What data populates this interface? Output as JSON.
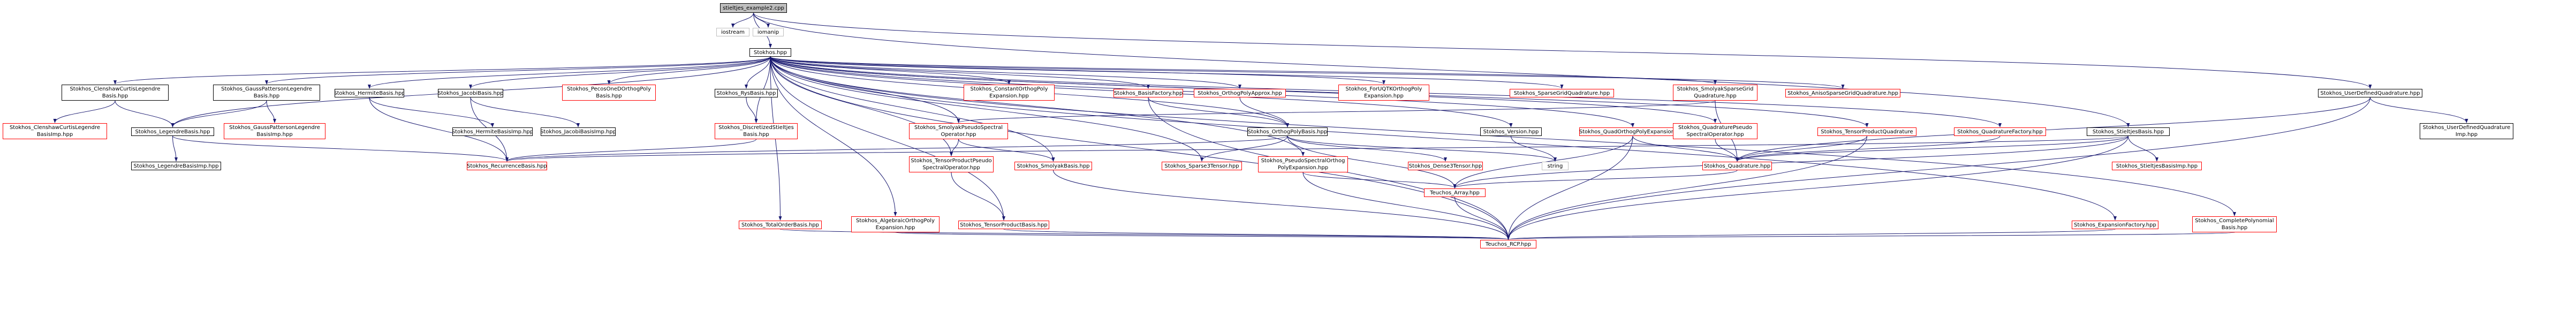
{
  "graph": {
    "style": {
      "root_fill": "#bfbfbf",
      "default_border": "#000000",
      "missing_border": "#bfbfbf",
      "undocumented_border": "#ff0000",
      "edge_color": "#191970"
    },
    "nodes": [
      {
        "id": "root",
        "label": "stieltjes_example2.cpp",
        "kind": "root"
      },
      {
        "id": "iostream",
        "label": "iostream",
        "kind": "missing"
      },
      {
        "id": "iomanip",
        "label": "iomanip",
        "kind": "missing"
      },
      {
        "id": "stokhos",
        "label": "Stokhos.hpp",
        "kind": "normal"
      },
      {
        "id": "clenshaw",
        "label": "Stokhos_ClenshawCurtisLegendre\nBasis.hpp",
        "kind": "normal"
      },
      {
        "id": "gausspatterson",
        "label": "Stokhos_GaussPattersonLegendre\nBasis.hpp",
        "kind": "normal"
      },
      {
        "id": "hermite",
        "label": "Stokhos_HermiteBasis.hpp",
        "kind": "normal"
      },
      {
        "id": "jacobi",
        "label": "Stokhos_JacobiBasis.hpp",
        "kind": "normal"
      },
      {
        "id": "piecewise",
        "label": "Stokhos_PecosOneDOrthogPoly\nBasis.hpp",
        "kind": "undocumented"
      },
      {
        "id": "rys",
        "label": "Stokhos_RysBasis.hpp",
        "kind": "normal"
      },
      {
        "id": "constant",
        "label": "Stokhos_ConstantOrthogPoly\nExpansion.hpp",
        "kind": "undocumented"
      },
      {
        "id": "basisfactory",
        "label": "Stokhos_BasisFactory.hpp",
        "kind": "undocumented"
      },
      {
        "id": "orthogapprox",
        "label": "Stokhos_OrthogPolyApprox.hpp",
        "kind": "undocumented"
      },
      {
        "id": "fortran",
        "label": "Stokhos_ForUQTKOrthogPoly\nExpansion.hpp",
        "kind": "undocumented"
      },
      {
        "id": "sparsegridquad",
        "label": "Stokhos_SparseGridQuadrature.hpp",
        "kind": "undocumented"
      },
      {
        "id": "smolyaksparsegrid",
        "label": "Stokhos_SmolyakSparseGrid\nQuadrature.hpp",
        "kind": "undocumented"
      },
      {
        "id": "anisosparse",
        "label": "Stokhos_AnisoSparseGridQuadrature.hpp",
        "kind": "undocumented"
      },
      {
        "id": "userdefquad",
        "label": "Stokhos_UserDefinedQuadrature.hpp",
        "kind": "normal"
      },
      {
        "id": "clenshawimp",
        "label": "Stokhos_ClenshawCurtisLegendre\nBasisImp.hpp",
        "kind": "undocumented"
      },
      {
        "id": "legendre",
        "label": "Stokhos_LegendreBasis.hpp",
        "kind": "normal"
      },
      {
        "id": "gausspattersonimp",
        "label": "Stokhos_GaussPattersonLegendre\nBasisImp.hpp",
        "kind": "undocumented"
      },
      {
        "id": "hermiteimp",
        "label": "Stokhos_HermiteBasisImp.hpp",
        "kind": "normal"
      },
      {
        "id": "jacobiimp",
        "label": "Stokhos_JacobiBasisImp.hpp",
        "kind": "normal"
      },
      {
        "id": "discretized",
        "label": "Stokhos_DiscretizedStieltjes\nBasis.hpp",
        "kind": "undocumented"
      },
      {
        "id": "smolyakpseudo",
        "label": "Stokhos_SmolyakPseudoSpectral\nOperator.hpp",
        "kind": "undocumented"
      },
      {
        "id": "orthogpolybasis",
        "label": "Stokhos_OrthogPolyBasis.hpp",
        "kind": "normal"
      },
      {
        "id": "version",
        "label": "Stokhos_Version.hpp",
        "kind": "normal"
      },
      {
        "id": "quadorthogexp",
        "label": "Stokhos_QuadOrthogPolyExpansion.hpp",
        "kind": "undocumented"
      },
      {
        "id": "quadpseudo",
        "label": "Stokhos_QuadraturePseudo\nSpectralOperator.hpp",
        "kind": "undocumented"
      },
      {
        "id": "tensorquad",
        "label": "Stokhos_TensorProductQuadrature",
        "kind": "undocumented"
      },
      {
        "id": "quadfactory",
        "label": "Stokhos_QuadratureFactory.hpp",
        "kind": "undocumented"
      },
      {
        "id": "stieltjesbasis",
        "label": "Stokhos_StieltjesBasis.hpp",
        "kind": "normal"
      },
      {
        "id": "userdefquadimp",
        "label": "Stokhos_UserDefinedQuadrature\nImp.hpp",
        "kind": "normal"
      },
      {
        "id": "legendreimp",
        "label": "Stokhos_LegendreBasisImp.hpp",
        "kind": "normal"
      },
      {
        "id": "recurrence",
        "label": "Stokhos_RecurrenceBasis.hpp",
        "kind": "undocumented"
      },
      {
        "id": "tensorpseudo",
        "label": "Stokhos_TensorProductPseudo\nSpectralOperator.hpp",
        "kind": "undocumented"
      },
      {
        "id": "smolyakbasis",
        "label": "Stokhos_SmolyakBasis.hpp",
        "kind": "undocumented"
      },
      {
        "id": "sparse3",
        "label": "Stokhos_Sparse3Tensor.hpp",
        "kind": "undocumented"
      },
      {
        "id": "pseudospectral",
        "label": "Stokhos_PseudoSpectralOrthog\nPolyExpansion.hpp",
        "kind": "undocumented"
      },
      {
        "id": "dense3",
        "label": "Stokhos_Dense3Tensor.hpp",
        "kind": "undocumented"
      },
      {
        "id": "string",
        "label": "string",
        "kind": "missing"
      },
      {
        "id": "quadrature",
        "label": "Stokhos_Quadrature.hpp",
        "kind": "undocumented"
      },
      {
        "id": "stieltjesimp",
        "label": "Stokhos_StieltjesBasisImp.hpp",
        "kind": "undocumented"
      },
      {
        "id": "totalorder",
        "label": "Stokhos_TotalOrderBasis.hpp",
        "kind": "undocumented"
      },
      {
        "id": "algebraic",
        "label": "Stokhos_AlgebraicOrthogPoly\nExpansion.hpp",
        "kind": "undocumented"
      },
      {
        "id": "tensorbasis",
        "label": "Stokhos_TensorProductBasis.hpp",
        "kind": "undocumented"
      },
      {
        "id": "teuchosarray",
        "label": "Teuchos_Array.hpp",
        "kind": "undocumented"
      },
      {
        "id": "expfactory",
        "label": "Stokhos_ExpansionFactory.hpp",
        "kind": "undocumented"
      },
      {
        "id": "completepoly",
        "label": "Stokhos_CompletePolynomial\nBasis.hpp",
        "kind": "undocumented"
      },
      {
        "id": "teuchosrcp",
        "label": "Teuchos_RCP.hpp",
        "kind": "undocumented"
      }
    ],
    "edges": [
      [
        "root",
        "iostream"
      ],
      [
        "root",
        "iomanip"
      ],
      [
        "root",
        "stokhos"
      ],
      [
        "root",
        "stieltjesbasis"
      ],
      [
        "root",
        "userdefquad"
      ],
      [
        "stokhos",
        "clenshaw"
      ],
      [
        "stokhos",
        "gausspatterson"
      ],
      [
        "stokhos",
        "hermite"
      ],
      [
        "stokhos",
        "jacobi"
      ],
      [
        "stokhos",
        "piecewise"
      ],
      [
        "stokhos",
        "rys"
      ],
      [
        "stokhos",
        "constant"
      ],
      [
        "stokhos",
        "basisfactory"
      ],
      [
        "stokhos",
        "orthogapprox"
      ],
      [
        "stokhos",
        "fortran"
      ],
      [
        "stokhos",
        "sparsegridquad"
      ],
      [
        "stokhos",
        "smolyaksparsegrid"
      ],
      [
        "stokhos",
        "anisosparse"
      ],
      [
        "stokhos",
        "legendre"
      ],
      [
        "stokhos",
        "discretized"
      ],
      [
        "stokhos",
        "smolyakpseudo"
      ],
      [
        "stokhos",
        "orthogpolybasis"
      ],
      [
        "stokhos",
        "version"
      ],
      [
        "stokhos",
        "quadorthogexp"
      ],
      [
        "stokhos",
        "quadpseudo"
      ],
      [
        "stokhos",
        "tensorquad"
      ],
      [
        "stokhos",
        "quadfactory"
      ],
      [
        "stokhos",
        "totalorder"
      ],
      [
        "stokhos",
        "algebraic"
      ],
      [
        "stokhos",
        "tensorbasis"
      ],
      [
        "stokhos",
        "smolyakbasis"
      ],
      [
        "stokhos",
        "tensorpseudo"
      ],
      [
        "stokhos",
        "pseudospectral"
      ],
      [
        "stokhos",
        "sparse3"
      ],
      [
        "stokhos",
        "expfactory"
      ],
      [
        "stokhos",
        "completepoly"
      ],
      [
        "stokhos",
        "teuchosrcp"
      ],
      [
        "clenshaw",
        "clenshawimp"
      ],
      [
        "clenshaw",
        "legendre"
      ],
      [
        "gausspatterson",
        "gausspattersonimp"
      ],
      [
        "gausspatterson",
        "legendre"
      ],
      [
        "hermite",
        "hermiteimp"
      ],
      [
        "hermite",
        "recurrence"
      ],
      [
        "jacobi",
        "jacobiimp"
      ],
      [
        "jacobi",
        "recurrence"
      ],
      [
        "rys",
        "discretized"
      ],
      [
        "discretized",
        "recurrence"
      ],
      [
        "legendre",
        "legendreimp"
      ],
      [
        "legendre",
        "recurrence"
      ],
      [
        "basisfactory",
        "orthogpolybasis"
      ],
      [
        "basisfactory",
        "teuchosrcp"
      ],
      [
        "orthogapprox",
        "orthogpolybasis"
      ],
      [
        "smolyaksparsegrid",
        "smolyakpseudo"
      ],
      [
        "smolyaksparsegrid",
        "quadrature"
      ],
      [
        "smolyakpseudo",
        "tensorpseudo"
      ],
      [
        "smolyakpseudo",
        "smolyakbasis"
      ],
      [
        "orthogpolybasis",
        "sparse3"
      ],
      [
        "orthogpolybasis",
        "dense3"
      ],
      [
        "orthogpolybasis",
        "string"
      ],
      [
        "orthogpolybasis",
        "teuchosarray"
      ],
      [
        "orthogpolybasis",
        "recurrence"
      ],
      [
        "version",
        "string"
      ],
      [
        "quadorthogexp",
        "quadrature"
      ],
      [
        "quadorthogexp",
        "teuchosarray"
      ],
      [
        "quadorthogexp",
        "teuchosrcp"
      ],
      [
        "quadpseudo",
        "quadrature"
      ],
      [
        "tensorquad",
        "quadrature"
      ],
      [
        "tensorquad",
        "teuchosrcp"
      ],
      [
        "quadfactory",
        "quadrature"
      ],
      [
        "stieltjesbasis",
        "recurrence"
      ],
      [
        "stieltjesbasis",
        "stieltjesimp"
      ],
      [
        "stieltjesbasis",
        "quadrature"
      ],
      [
        "stieltjesbasis",
        "teuchosarray"
      ],
      [
        "stieltjesbasis",
        "teuchosrcp"
      ],
      [
        "userdefquad",
        "userdefquadimp"
      ],
      [
        "userdefquad",
        "quadrature"
      ],
      [
        "userdefquad",
        "teuchosrcp"
      ],
      [
        "tensorpseudo",
        "tensorbasis"
      ],
      [
        "smolyakbasis",
        "teuchosrcp"
      ],
      [
        "pseudospectral",
        "teuchosarray"
      ],
      [
        "pseudospectral",
        "teuchosrcp"
      ],
      [
        "quadrature",
        "teuchosarray"
      ],
      [
        "totalorder",
        "teuchosrcp"
      ],
      [
        "algebraic",
        "teuchosrcp"
      ],
      [
        "tensorbasis",
        "teuchosrcp"
      ],
      [
        "teuchosarray",
        "teuchosrcp"
      ],
      [
        "expfactory",
        "teuchosrcp"
      ],
      [
        "completepoly",
        "teuchosrcp"
      ]
    ]
  }
}
